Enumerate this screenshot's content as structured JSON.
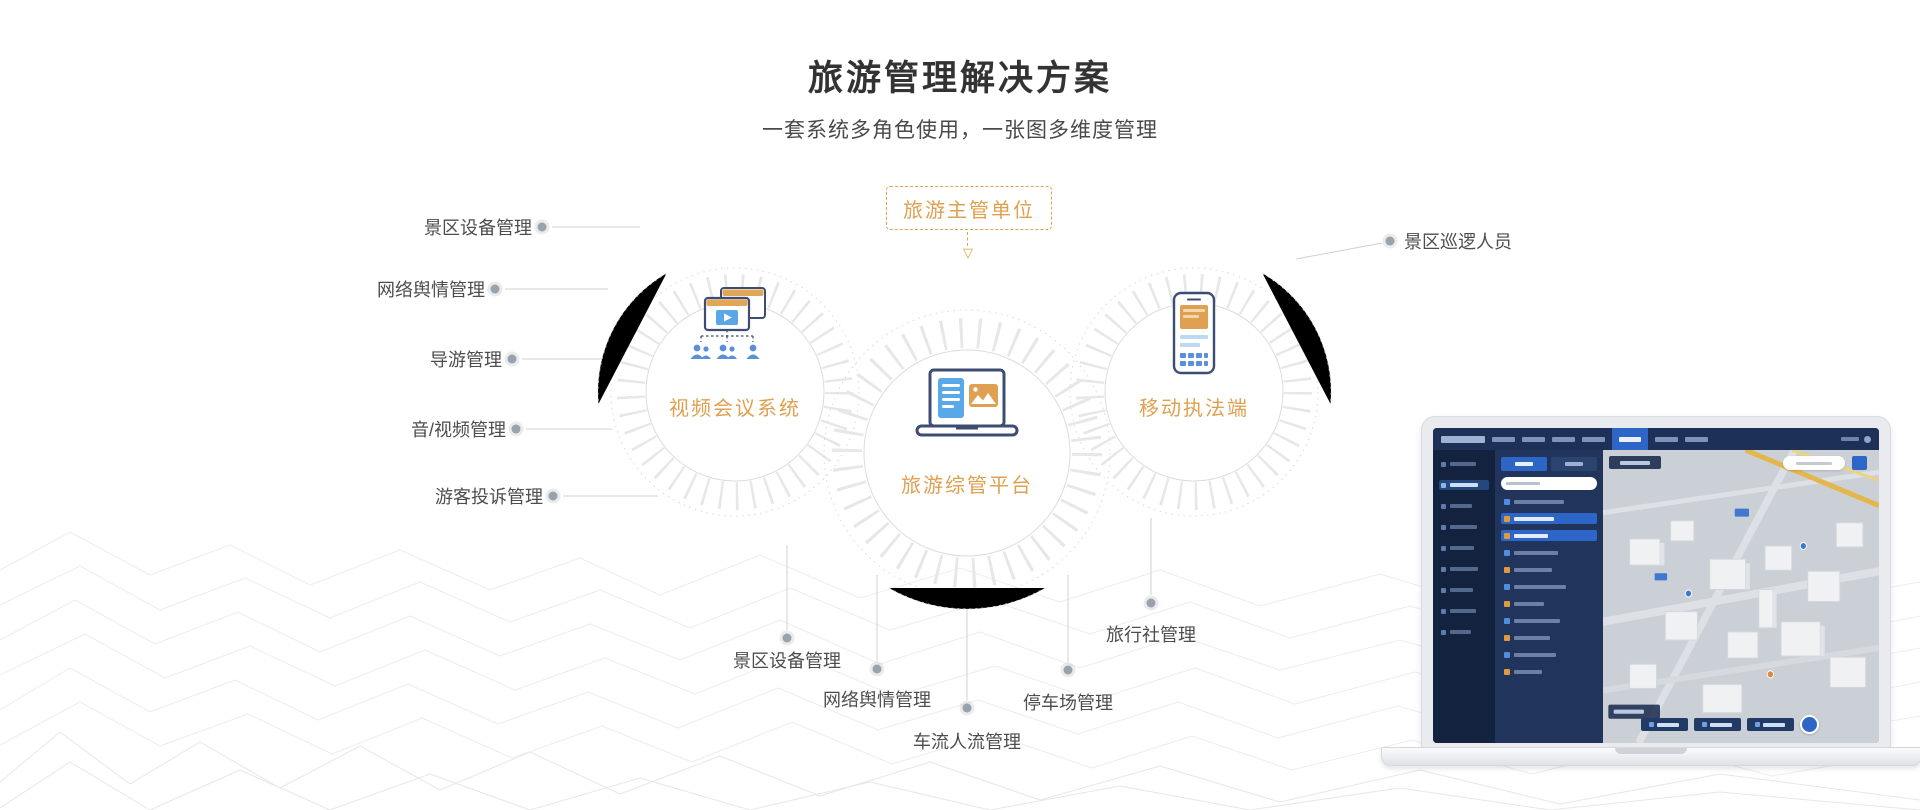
{
  "header": {
    "title": "旅游管理解决方案",
    "subtitle": "一套系统多角色使用，一张图多维度管理"
  },
  "diagram": {
    "authority_label": "旅游主管单位",
    "circles": [
      {
        "label": "视频会议系统"
      },
      {
        "label": "旅游综管平台"
      },
      {
        "label": "移动执法端"
      }
    ],
    "left_labels": [
      "景区设备管理",
      "网络舆情管理",
      "导游管理",
      "音/视频管理",
      "游客投诉管理"
    ],
    "right_label": "景区巡逻人员",
    "bottom_labels": [
      "景区设备管理",
      "网络舆情管理",
      "车流人流管理",
      "停车场管理",
      "旅行社管理"
    ]
  },
  "icons": {
    "arrow_down": "▽",
    "circle_icons": [
      "video-conference-icon",
      "platform-laptop-icon",
      "mobile-enforcement-icon"
    ]
  },
  "colors": {
    "accent_orange": "#DFA050",
    "icon_blue": "#5B8FD9",
    "icon_navy": "#3C4C72",
    "title_dark": "#333333",
    "label_gray": "#4D4D4D",
    "line_gray": "#CDD1D5",
    "screen_navy": "#1C3058",
    "highlight_blue": "#2E66C8"
  }
}
